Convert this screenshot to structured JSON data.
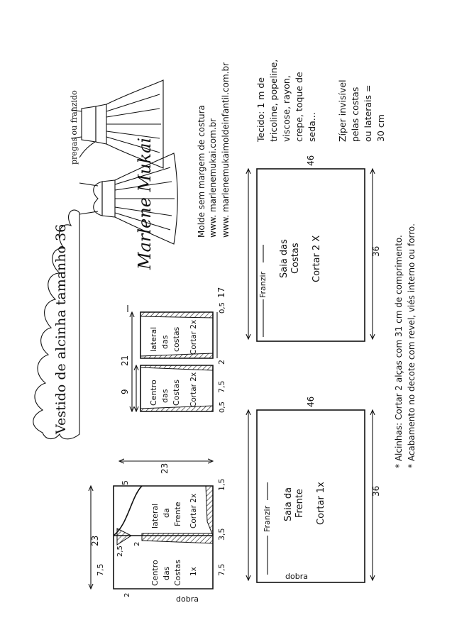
{
  "title": "Vestido de alcinha tamanho 36",
  "credit_lines": [
    "Molde sem margem de costura",
    "www. marlenemukai.com.br",
    "www. marlenemukaimoldeinfantil.com.br"
  ],
  "signature": "Marlene Mukai",
  "sketch_note": "pregas ou franzido",
  "fabric_notes": [
    "Tecido: 1 m de",
    "tricoline, popeline,",
    "viscose, rayon,",
    "crepe, toque de",
    "seda...",
    "Zíper invisível",
    "pelas costas",
    "ou laterais =",
    "30 cm"
  ],
  "footer_notes": [
    "* Alcinhas: Cortar 2 alças com 31 cm de comprimento.",
    "* Acabamento no decote com revel, viés interno ou forro."
  ],
  "pieces": {
    "front_center": {
      "name": [
        "Centro",
        "das",
        "Costas"
      ],
      "cut": "1x"
    },
    "front_side": {
      "name": [
        "lateral",
        "da",
        "Frente"
      ],
      "cut": "Cortar 2x"
    },
    "back_center": {
      "name": [
        "Centro",
        "das",
        "Costas"
      ],
      "cut": "Cortar 2x"
    },
    "back_side": {
      "name": [
        "lateral",
        "das",
        "costas"
      ],
      "cut": "Cortar 2x"
    },
    "skirt_back": {
      "name": [
        "Saia das",
        "Costas"
      ],
      "cut": "Cortar 2 X",
      "gather": "Franzir"
    },
    "skirt_front": {
      "name": [
        "Saia da",
        "Frente"
      ],
      "cut": "Cortar 1x",
      "gather": "Franzir",
      "fold": "dobra"
    }
  },
  "front_fold": "dobra",
  "measures": {
    "f_23_left": "23",
    "f_23_width": "23",
    "f_5": "5",
    "f_75_a": "7,5",
    "f_75_b": "7,5",
    "f_25": "2,5",
    "f_2a": "2",
    "f_2b": "2",
    "f_35": "3,5",
    "f_15": "1,5",
    "b_21": "21",
    "b_9": "9",
    "b_17": "17",
    "b_75": "7,5",
    "b_2": "2",
    "b_05a": "0,5",
    "b_05b": "0,5",
    "s_46a": "46",
    "s_36a": "36",
    "s_46b": "46",
    "s_36b": "36"
  }
}
